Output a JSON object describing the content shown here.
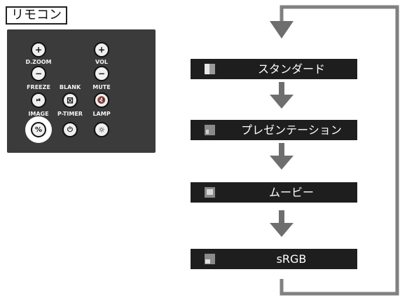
{
  "remote_label": "リモコン",
  "remote_buttons": {
    "dzoom_in": "+",
    "dzoom_out": "−",
    "vol_up": "+",
    "vol_down": "−",
    "dzoom_label": "D.ZOOM",
    "vol_label": "VOL",
    "freeze_label": "FREEZE",
    "blank_label": "BLANK",
    "mute_label": "MUTE",
    "image_label": "IMAGE",
    "ptimer_label": "P-TIMER",
    "lamp_label": "LAMP"
  },
  "modes": [
    {
      "label": "スタンダード"
    },
    {
      "label": "プレゼンテーション"
    },
    {
      "label": "ムービー"
    },
    {
      "label": "sRGB"
    }
  ],
  "colors": {
    "bar": "#1e1e1e",
    "arrow": "#6e6e6e",
    "loop": "#808080"
  }
}
